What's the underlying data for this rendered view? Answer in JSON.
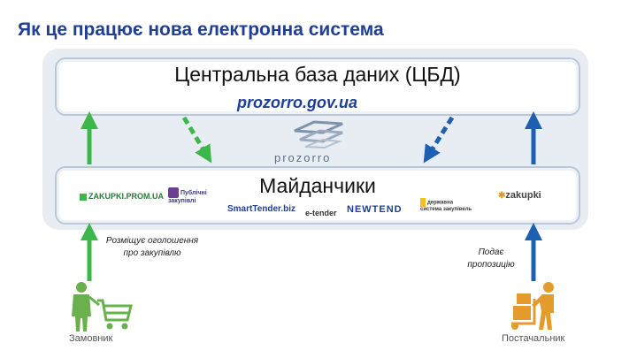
{
  "title": "Як це працює нова електронна система",
  "central_db": {
    "title": "Центральна база даних (ЦБД)",
    "url": "prozorro.gov.ua"
  },
  "brand": {
    "wordmark": "prozorro"
  },
  "platforms": {
    "title": "Майданчики",
    "logos": [
      {
        "text": "ZAKUPKI.PROM.UA",
        "color": "#2a7a3a"
      },
      {
        "text": "Публічні закупівлі",
        "color": "#3b3b7a"
      },
      {
        "text": "SmartTender.biz",
        "color": "#1f3f94"
      },
      {
        "text": "e-tender",
        "color": "#333333"
      },
      {
        "text": "NEWTEND",
        "color": "#1f3f94"
      },
      {
        "text": "державна система закупівель",
        "color": "#333333"
      },
      {
        "text": "zakupki",
        "color": "#444444"
      }
    ]
  },
  "notes": {
    "customer": "Розміщує оголошення про закупівлю",
    "supplier": "Подає пропозицію"
  },
  "roles": {
    "customer": "Замовник",
    "supplier": "Постачальник"
  },
  "colors": {
    "title": "#1f3f94",
    "arrow_green": "#3cb84a",
    "arrow_blue": "#1d5fb0",
    "customer_figure": "#6ab04c",
    "supplier_figure": "#e39b2c"
  }
}
